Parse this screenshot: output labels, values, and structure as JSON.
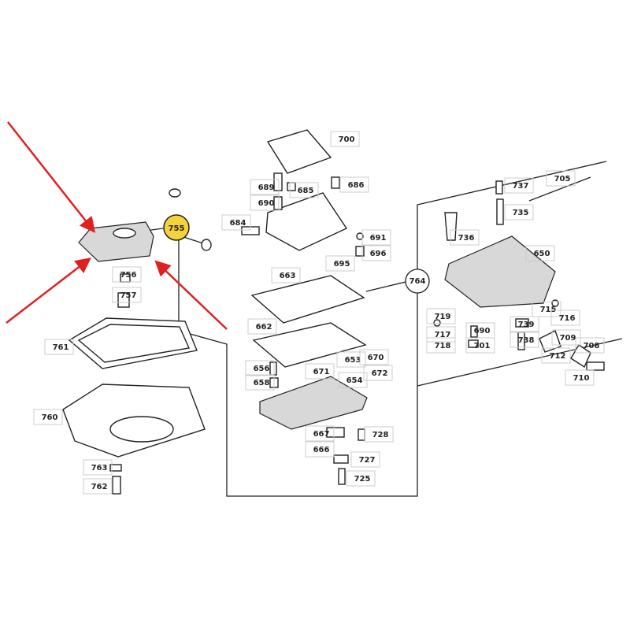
{
  "diagram": {
    "highlight_color": "#f5d33a",
    "arrow_color": "#e02020",
    "highlighted_part": "755",
    "callouts": [
      "700",
      "689",
      "685",
      "686",
      "690",
      "684",
      "691",
      "696",
      "695",
      "663",
      "764",
      "662",
      "653",
      "670",
      "656",
      "671",
      "672",
      "658",
      "654",
      "667",
      "728",
      "666",
      "727",
      "725",
      "755",
      "756",
      "757",
      "761",
      "760",
      "763",
      "762",
      "705",
      "737",
      "735",
      "736",
      "650",
      "719",
      "715",
      "716",
      "739",
      "717",
      "690",
      "718",
      "701",
      "738",
      "709",
      "708",
      "712",
      "710"
    ]
  }
}
